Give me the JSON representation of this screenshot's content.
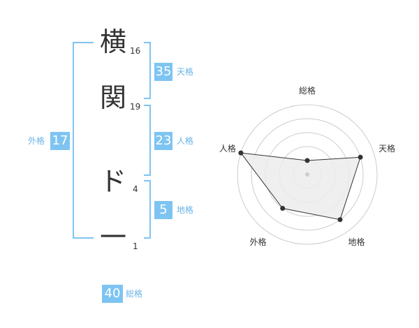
{
  "name_chars": [
    {
      "char": "横",
      "strokes": "16"
    },
    {
      "char": "関",
      "strokes": "19"
    },
    {
      "char": "ド",
      "strokes": "4"
    },
    {
      "char": "一",
      "strokes": "1"
    }
  ],
  "kakaku": {
    "tenkaku": {
      "value": "35",
      "label": "天格"
    },
    "jinkaku": {
      "value": "23",
      "label": "人格"
    },
    "chikaku": {
      "value": "5",
      "label": "地格"
    },
    "gaikaku": {
      "value": "17",
      "label": "外格"
    },
    "soukaku": {
      "value": "40",
      "label": "総格"
    }
  },
  "chart_data": {
    "type": "radar",
    "axes": [
      "総格",
      "天格",
      "地格",
      "外格",
      "人格"
    ],
    "values": [
      1,
      4,
      4,
      3,
      5
    ],
    "max": 5,
    "rings": 5,
    "colors": {
      "fill": "#ececec",
      "line": "#333333",
      "grid": "#cccccc",
      "accent": "#7ec4f2"
    }
  }
}
